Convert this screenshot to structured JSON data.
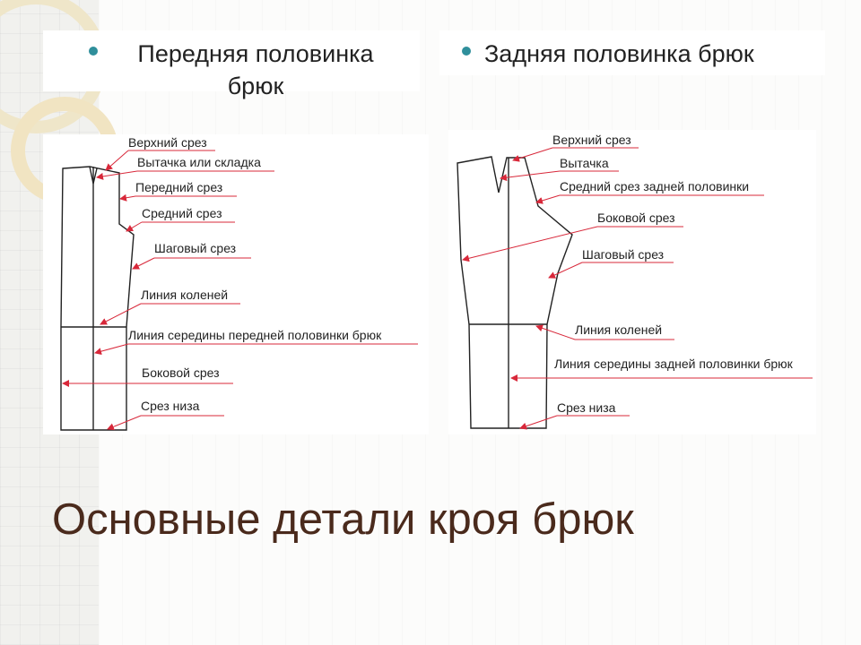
{
  "slide": {
    "title": "Основные детали кроя брюк",
    "left_heading": "Передняя половинка брюк",
    "right_heading": "Задняя половинка брюк",
    "accent_color": "#2f8f9b",
    "title_color": "#4a2a1c",
    "label_line_color": "#d8283a"
  },
  "front_labels": [
    "Верхний срез",
    "Вытачка или складка",
    "Передний срез",
    "Средний срез",
    "Шаговый срез",
    "Линия коленей",
    "Линия середины передней половинки брюк",
    "Боковой срез",
    "Срез низа"
  ],
  "back_labels": [
    "Верхний срез",
    "Вытачка",
    "Средний срез задней половинки",
    "Боковой срез",
    "Шаговый срез",
    "Линия коленей",
    "Линия середины задней половинки брюк",
    "Срез низа"
  ]
}
